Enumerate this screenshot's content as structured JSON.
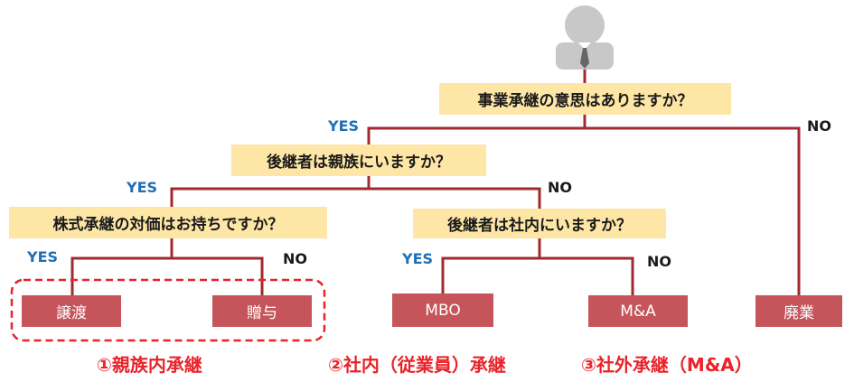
{
  "colors": {
    "question_bg": "#fde6a6",
    "result_bg": "#c5555a",
    "line": "#a02a30",
    "yes_text": "#1f6fb5",
    "category_text": "#e8232a",
    "dashed_border": "#e8232a",
    "person_icon": "#c8c8c8",
    "tie": "#666666"
  },
  "icons": {
    "person": "person-icon"
  },
  "questions": [
    {
      "id": "q1",
      "text": "事業承継の意思はありますか？"
    },
    {
      "id": "q2",
      "text": "後継者は親族にいますか？"
    },
    {
      "id": "q3",
      "text": "株式承継の対価はお持ちですか？"
    },
    {
      "id": "q4",
      "text": "後継者は社内にいますか？"
    }
  ],
  "results": [
    {
      "id": "r1",
      "text": "譲渡"
    },
    {
      "id": "r2",
      "text": "贈与"
    },
    {
      "id": "r3",
      "text": "MBO"
    },
    {
      "id": "r4",
      "text": "M&A"
    },
    {
      "id": "r5",
      "text": "廃業"
    }
  ],
  "branch_labels": [
    {
      "id": "l1",
      "text": "YES",
      "kind": "yes"
    },
    {
      "id": "l2",
      "text": "NO",
      "kind": "no"
    },
    {
      "id": "l3",
      "text": "YES",
      "kind": "yes"
    },
    {
      "id": "l4",
      "text": "NO",
      "kind": "no"
    },
    {
      "id": "l5",
      "text": "YES",
      "kind": "yes"
    },
    {
      "id": "l6",
      "text": "NO",
      "kind": "no"
    },
    {
      "id": "l7",
      "text": "YES",
      "kind": "yes"
    },
    {
      "id": "l8",
      "text": "NO",
      "kind": "no"
    }
  ],
  "categories": [
    {
      "id": "c1",
      "text": "①親族内承継"
    },
    {
      "id": "c2",
      "text": "②社内（従業員）承継"
    },
    {
      "id": "c3",
      "text": "③社外承継（M&A）"
    }
  ]
}
